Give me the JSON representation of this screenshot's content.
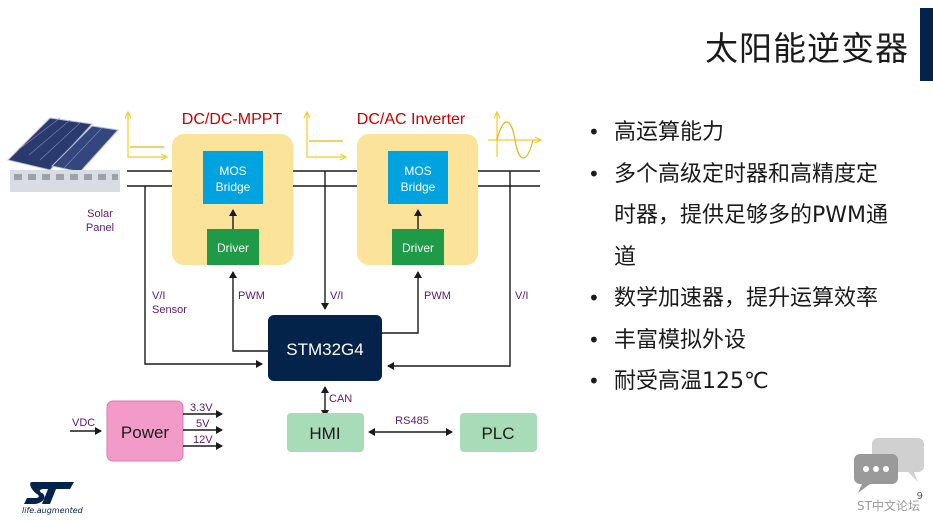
{
  "slide": {
    "title": "太阳能逆变器",
    "page_number": "9",
    "watermark": "ST中文论坛",
    "logo_tagline": "life.augmented"
  },
  "diagram": {
    "solar_panel_label": "Solar\nPanel",
    "dcdc_label": "DC/DC-MPPT",
    "dcac_label": "DC/AC Inverter",
    "mos_bridge_label": "MOS\nBridge",
    "driver_label": "Driver",
    "vi_sensor_label": "V/I\nSensor",
    "vi_label_1": "V/I",
    "vi_label_2": "V/I",
    "pwm_label_1": "PWM",
    "pwm_label_2": "PWM",
    "mcu_label": "STM32G4",
    "can_label": "CAN",
    "hmi_label": "HMI",
    "rs485_label": "RS485",
    "plc_label": "PLC",
    "power_label": "Power",
    "vdc_label": "VDC",
    "out_33v": "3.3V",
    "out_5v": "5V",
    "out_12v": "12V"
  },
  "bullets": [
    "高运算能力",
    "多个高级定时器和高精度定时器，提供足够多的PWM通道",
    "数学加速器，提升运算效率",
    "丰富模拟外设",
    "耐受高温125℃"
  ],
  "colors": {
    "block_yellow": "#fbe39a",
    "mos_blue": "#00a3e0",
    "driver_green": "#1f9a47",
    "mcu_navy": "#03234b",
    "hmi_green": "#a8dcb8",
    "power_pink": "#f29ac8",
    "label_purple": "#5b1a6f",
    "header_red": "#cc0000"
  }
}
